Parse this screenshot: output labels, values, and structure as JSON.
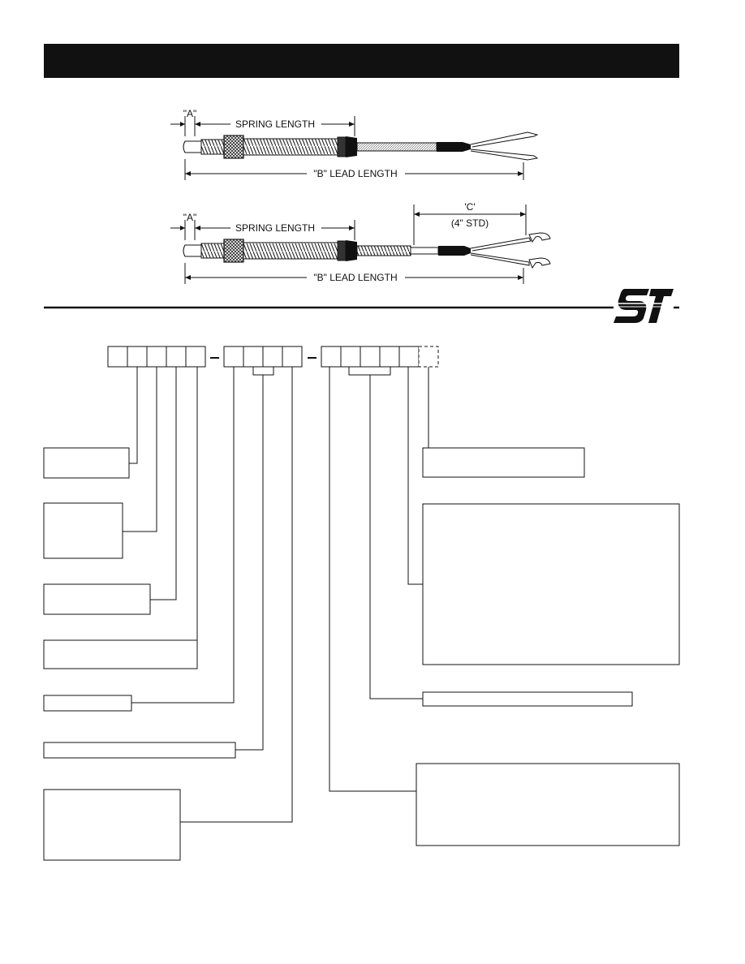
{
  "diagram_top": {
    "dim_a": "\"A\"",
    "spring_length": "SPRING LENGTH",
    "lead_length": "\"B\" LEAD LENGTH"
  },
  "diagram_bottom": {
    "dim_a": "\"A\"",
    "spring_length": "SPRING LENGTH",
    "lead_length": "\"B\" LEAD LENGTH",
    "dim_c": "'C'",
    "dim_c_note": "(4\" STD)"
  },
  "logo": {
    "text": "ST"
  },
  "colors": {
    "header_bar": "#111111",
    "line": "#111111",
    "background": "#ffffff"
  }
}
